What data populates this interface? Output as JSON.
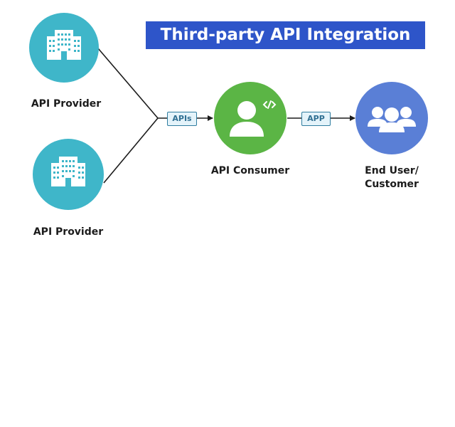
{
  "title": "Third-party API Integration",
  "nodes": {
    "provider_top": {
      "label": "API Provider",
      "icon": "office-building-icon",
      "color": "#3fb6c9"
    },
    "provider_bottom": {
      "label": "API Provider",
      "icon": "office-building-icon",
      "color": "#3fb6c9"
    },
    "consumer": {
      "label": "API Consumer",
      "icon": "developer-user-icon",
      "color": "#5bb545"
    },
    "end_user": {
      "label_line1": "End User/",
      "label_line2": "Customer",
      "icon": "user-group-icon",
      "color": "#5a7fd6"
    }
  },
  "edges": {
    "apis_label": "APIs",
    "app_label": "APP"
  },
  "colors": {
    "title_bg": "#2e55c9",
    "tag_border": "#2f7da0",
    "line": "#1c1c1c"
  }
}
